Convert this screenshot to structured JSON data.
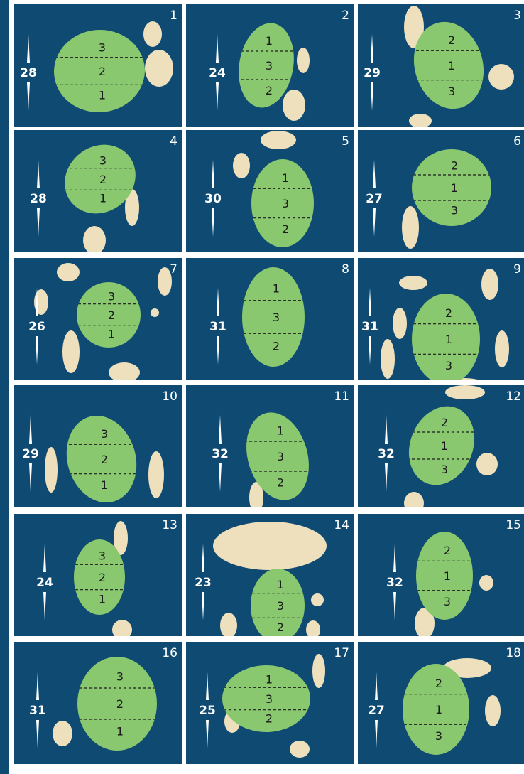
{
  "colors": {
    "water": "#0e4a72",
    "grid": "#ffffff",
    "green": "#89c86f",
    "sand": "#efe0bd",
    "text_dark": "#1c1c1c",
    "text_light": "#ffffff"
  },
  "holes": [
    {
      "number": "1",
      "depth": "28",
      "zones": [
        "3",
        "2",
        "1"
      ]
    },
    {
      "number": "2",
      "depth": "24",
      "zones": [
        "1",
        "3",
        "2"
      ]
    },
    {
      "number": "3",
      "depth": "29",
      "zones": [
        "2",
        "1",
        "3"
      ]
    },
    {
      "number": "4",
      "depth": "28",
      "zones": [
        "3",
        "2",
        "1"
      ]
    },
    {
      "number": "5",
      "depth": "30",
      "zones": [
        "1",
        "3",
        "2"
      ]
    },
    {
      "number": "6",
      "depth": "27",
      "zones": [
        "2",
        "1",
        "3"
      ]
    },
    {
      "number": "7",
      "depth": "26",
      "zones": [
        "3",
        "2",
        "1"
      ]
    },
    {
      "number": "8",
      "depth": "31",
      "zones": [
        "1",
        "3",
        "2"
      ]
    },
    {
      "number": "9",
      "depth": "31",
      "zones": [
        "2",
        "1",
        "3"
      ]
    },
    {
      "number": "10",
      "depth": "29",
      "zones": [
        "3",
        "2",
        "1"
      ]
    },
    {
      "number": "11",
      "depth": "32",
      "zones": [
        "1",
        "3",
        "2"
      ]
    },
    {
      "number": "12",
      "depth": "32",
      "zones": [
        "2",
        "1",
        "3"
      ]
    },
    {
      "number": "13",
      "depth": "24",
      "zones": [
        "3",
        "2",
        "1"
      ]
    },
    {
      "number": "14",
      "depth": "23",
      "zones": [
        "1",
        "3",
        "2"
      ]
    },
    {
      "number": "15",
      "depth": "32",
      "zones": [
        "2",
        "1",
        "3"
      ]
    },
    {
      "number": "16",
      "depth": "31",
      "zones": [
        "3",
        "2",
        "1"
      ]
    },
    {
      "number": "17",
      "depth": "25",
      "zones": [
        "1",
        "3",
        "2"
      ]
    },
    {
      "number": "18",
      "depth": "27",
      "zones": [
        "2",
        "1",
        "3"
      ]
    }
  ]
}
